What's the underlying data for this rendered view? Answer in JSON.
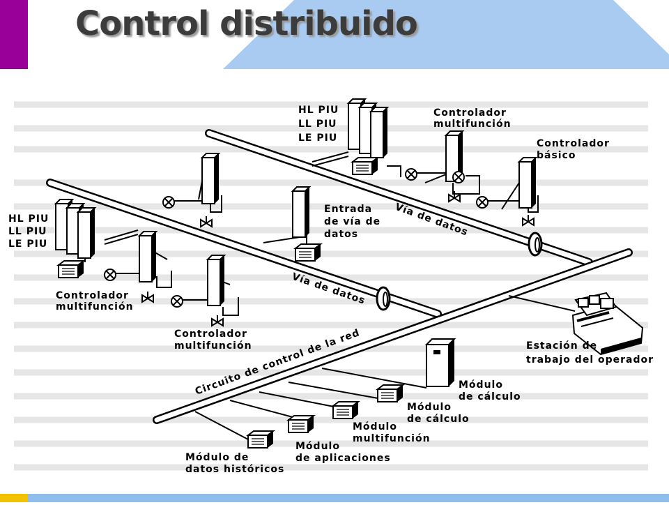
{
  "slide": {
    "title": "Control distribuido",
    "accent_color": "#990099",
    "band_color": "#a9cbf2",
    "bottom_band_color": "#8fbdee",
    "bottom_accent_color": "#f2c200"
  },
  "diagram": {
    "bus1_label": "Vía de datos",
    "bus2_label": "Vía de datos",
    "network_label": "Circuito de control de la red",
    "piu_top": [
      "HL  PIU",
      "LL  PIU",
      "LE  PIU"
    ],
    "piu_left": [
      "HL PIU",
      "LL PIU",
      "LE PIU"
    ],
    "ctrl_multi_top": [
      "Controlador",
      "multifunción"
    ],
    "ctrl_basic": [
      "Controlador",
      "básico"
    ],
    "entry_label": [
      "Entrada",
      "de vía de",
      "datos"
    ],
    "ctrl_multi_left": [
      "Controlador",
      "multifunción"
    ],
    "ctrl_multi_mid": [
      "Controlador",
      "multifunción"
    ],
    "station_label": [
      "Estación de",
      "trabajo del operador"
    ],
    "calc1_label": [
      "Módulo",
      "de cálculo"
    ],
    "calc2_label": [
      "Módulo",
      "de cálculo"
    ],
    "multi_module_label": [
      "Módulo",
      "multifunción"
    ],
    "apps_label": [
      "Módulo",
      "de aplicaciones"
    ],
    "hist_label": [
      "Módulo de",
      "datos históricos"
    ]
  }
}
